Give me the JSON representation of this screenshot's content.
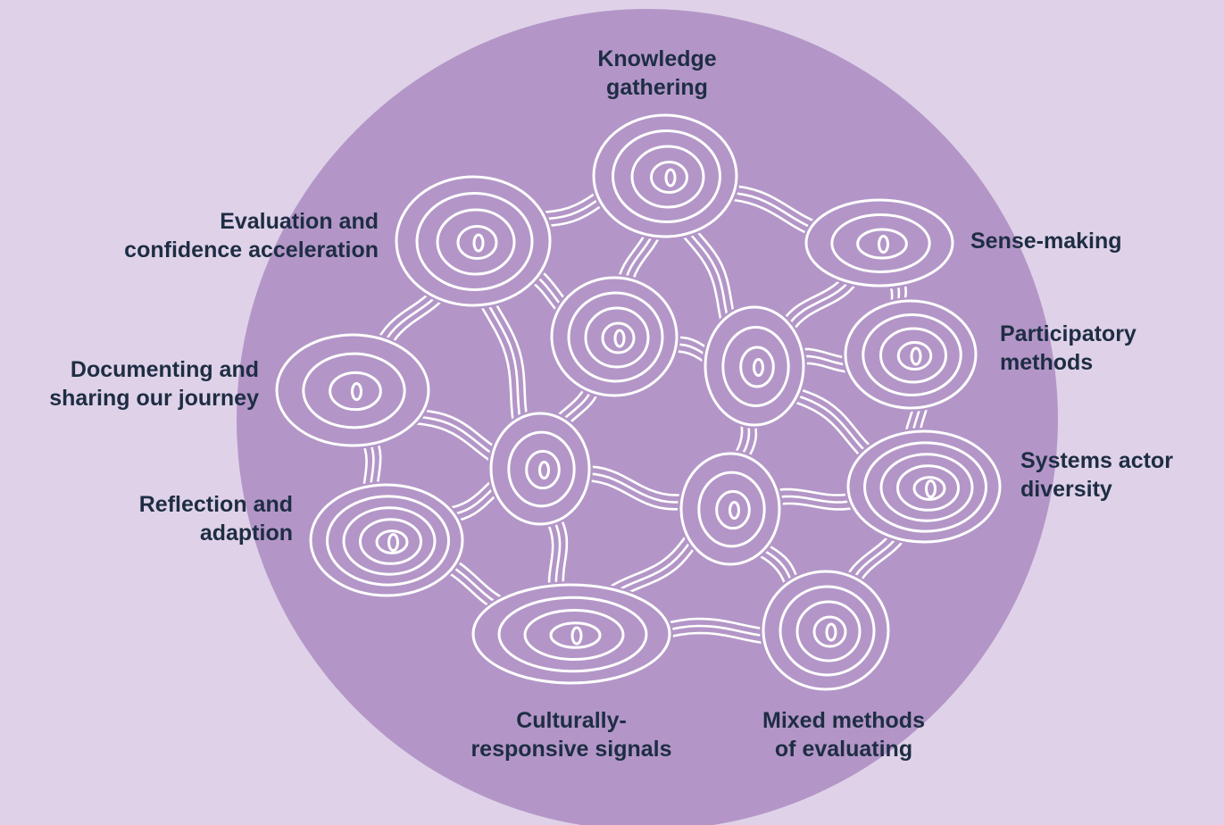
{
  "diagram": {
    "colors": {
      "background": "#dfd2e8",
      "circle": "#b396c7",
      "stroke": "#ffffff",
      "text": "#1e2d44"
    },
    "labels": {
      "knowledge_gathering": [
        "Knowledge",
        "gathering"
      ],
      "evaluation_confidence": [
        "Evaluation and",
        "confidence acceleration"
      ],
      "sense_making": [
        "Sense-making"
      ],
      "participatory_methods": [
        "Participatory",
        "methods"
      ],
      "documenting_sharing": [
        "Documenting and",
        "sharing our journey"
      ],
      "systems_actor_diversity": [
        "Systems actor",
        "diversity"
      ],
      "reflection_adaption": [
        "Reflection and",
        "adaption"
      ],
      "culturally_responsive": [
        "Culturally-",
        "responsive signals"
      ],
      "mixed_methods": [
        "Mixed methods",
        "of evaluating"
      ]
    }
  }
}
